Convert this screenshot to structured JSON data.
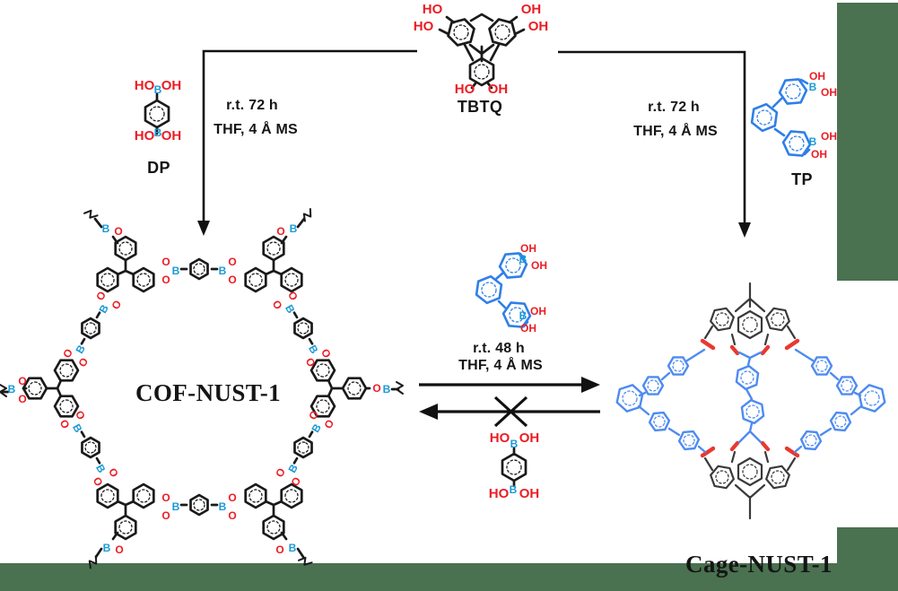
{
  "scheme": {
    "core_molecule": {
      "label": "TBTQ"
    },
    "left_reagent": {
      "label": "DP"
    },
    "right_reagent": {
      "label": "TP"
    },
    "left_reaction": {
      "line1": "r.t. 72 h",
      "line2": "THF, 4 Å MS"
    },
    "right_reaction": {
      "line1": "r.t. 72 h",
      "line2": "THF, 4 Å MS"
    },
    "middle_reaction": {
      "line1": "r.t. 48 h",
      "line2": "THF, 4 Å MS"
    },
    "products": {
      "cof": "COF-NUST-1",
      "cage": "Cage-NUST-1"
    }
  },
  "atoms": {
    "B": "B",
    "O": "O",
    "HO": "HO",
    "OH": "OH"
  },
  "colors": {
    "background": "#ffffff",
    "green_panel": "#4a7150",
    "bond_black": "#1a1a1a",
    "cage_gray": "#3a3a3a",
    "linker_blue": "#2f7fe8",
    "cage_blue": "#4e8bf0",
    "boron_blue": "#1a9ad6",
    "oxygen_red": "#ec1c24"
  }
}
